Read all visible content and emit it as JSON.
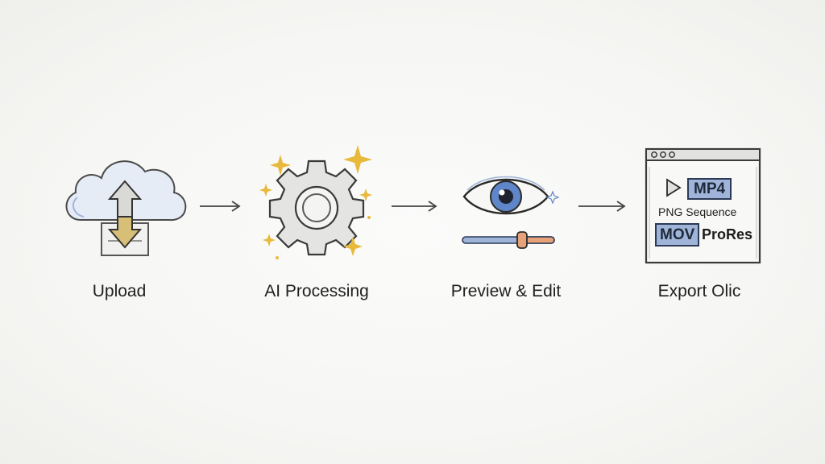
{
  "steps": [
    {
      "id": "upload",
      "label": "Upload",
      "icon": "cloud-upload-icon"
    },
    {
      "id": "ai-processing",
      "label": "AI Processing",
      "icon": "sparkle-gear-icon"
    },
    {
      "id": "preview-edit",
      "label": "Preview & Edit",
      "icon": "eye-slider-icon"
    },
    {
      "id": "export",
      "label": "Export Olic",
      "icon": "export-window-icon"
    }
  ],
  "export_formats": {
    "mp4": "MP4",
    "png_sequence": "PNG Sequence",
    "mov": "MOV",
    "prores": "ProRes"
  },
  "colors": {
    "accent_blue": "#9fb4d8",
    "sparkle_gold": "#e8b93a",
    "slider_orange": "#e7a27a",
    "ink": "#2b2b2b"
  }
}
